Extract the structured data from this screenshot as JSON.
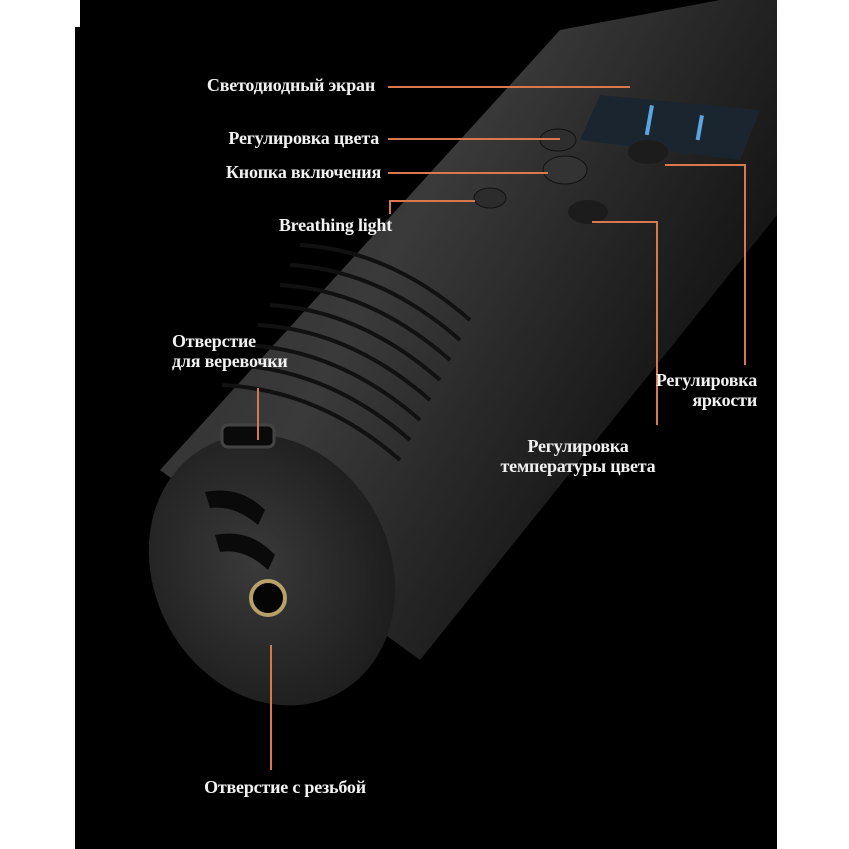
{
  "colors": {
    "background": "#000000",
    "callout_line": "#d9784c",
    "label_text": "#f2f2f2"
  },
  "callouts": {
    "led_screen": "Светодиодный экран",
    "color_adjust": "Регулировка цвета",
    "power_button": "Кнопка включения",
    "breathing_light": "Breathing light",
    "lanyard_hole_line1": "Отверстие",
    "lanyard_hole_line2": "для веревочки",
    "brightness_line1": "Регулировка",
    "brightness_line2": "яркости",
    "temperature_line1": "Регулировка",
    "temperature_line2": "температуры цвета",
    "threaded_hole": "Отверстие с резьбой"
  }
}
